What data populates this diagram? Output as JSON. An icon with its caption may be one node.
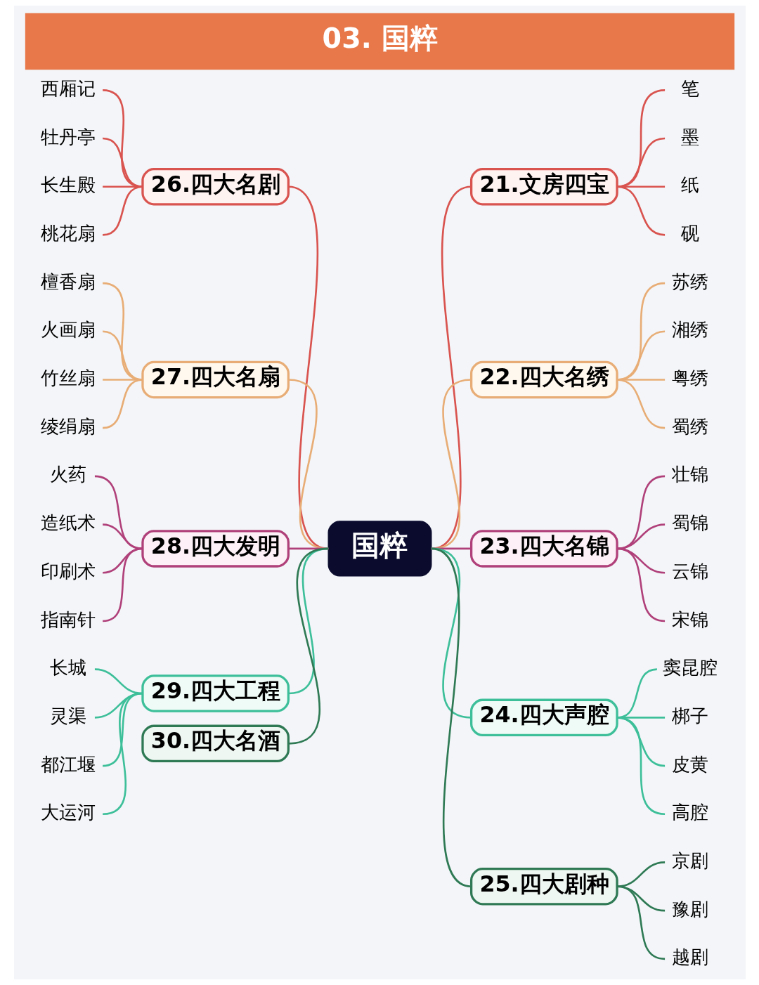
{
  "diagram": {
    "title": "03. 国粹",
    "nodes": [
      {
        "text": [
          "国粹"
        ]
      },
      {
        "text": [
          "21.文房四宝"
        ]
      },
      {
        "text": [
          "笔"
        ]
      },
      {
        "text": [
          "墨"
        ]
      },
      {
        "text": [
          "纸"
        ]
      },
      {
        "text": [
          "砚"
        ]
      },
      {
        "text": [
          "22.四大名绣"
        ]
      },
      {
        "text": [
          "苏绣"
        ]
      },
      {
        "text": [
          "湘绣"
        ]
      },
      {
        "text": [
          "粤绣"
        ]
      },
      {
        "text": [
          "蜀绣"
        ]
      },
      {
        "text": [
          "23.四大名锦"
        ]
      },
      {
        "text": [
          "壮锦"
        ]
      },
      {
        "text": [
          "蜀锦"
        ]
      },
      {
        "text": [
          "云锦"
        ]
      },
      {
        "text": [
          "宋锦"
        ]
      },
      {
        "text": [
          "24.四大声腔"
        ]
      },
      {
        "text": [
          "窦昆腔"
        ]
      },
      {
        "text": [
          "梆子"
        ]
      },
      {
        "text": [
          "皮黄"
        ]
      },
      {
        "text": [
          "高腔"
        ]
      },
      {
        "text": [
          "25.四大剧种"
        ]
      },
      {
        "text": [
          "京剧"
        ]
      },
      {
        "text": [
          "豫剧"
        ]
      },
      {
        "text": [
          "越剧"
        ]
      },
      {
        "text": [
          "26.四大名剧"
        ]
      },
      {
        "text": [
          "西厢记"
        ]
      },
      {
        "text": [
          "牡丹亭"
        ]
      },
      {
        "text": [
          "长生殿"
        ]
      },
      {
        "text": [
          "桃花扇"
        ]
      },
      {
        "text": [
          "27.四大名扇"
        ]
      },
      {
        "text": [
          "檀香扇"
        ]
      },
      {
        "text": [
          "火画扇"
        ]
      },
      {
        "text": [
          "竹丝扇"
        ]
      },
      {
        "text": [
          "绫绢扇"
        ]
      },
      {
        "text": [
          "28.四大发明"
        ]
      },
      {
        "text": [
          "火药"
        ]
      },
      {
        "text": [
          "造纸术"
        ]
      },
      {
        "text": [
          "印刷术"
        ]
      },
      {
        "text": [
          "指南针"
        ]
      },
      {
        "text": [
          "29.四大工程"
        ]
      },
      {
        "text": [
          "长城"
        ]
      },
      {
        "text": [
          "灵渠"
        ]
      },
      {
        "text": [
          "都江堰"
        ]
      },
      {
        "text": [
          "大运河"
        ]
      },
      {
        "text": [
          "30.四大名酒"
        ]
      }
    ],
    "edges": [
      {
        "from": 0,
        "to": 1,
        "arrow": "none",
        "color": "#d9534f"
      },
      {
        "from": 1,
        "to": 2,
        "arrow": "none",
        "color": "#d9534f"
      },
      {
        "from": 1,
        "to": 3,
        "arrow": "none",
        "color": "#d9534f"
      },
      {
        "from": 1,
        "to": 4,
        "arrow": "none",
        "color": "#d9534f"
      },
      {
        "from": 1,
        "to": 5,
        "arrow": "none",
        "color": "#d9534f"
      },
      {
        "from": 0,
        "to": 6,
        "arrow": "none",
        "color": "#e8ad76"
      },
      {
        "from": 6,
        "to": 7,
        "arrow": "none",
        "color": "#e8ad76"
      },
      {
        "from": 6,
        "to": 8,
        "arrow": "none",
        "color": "#e8ad76"
      },
      {
        "from": 6,
        "to": 9,
        "arrow": "none",
        "color": "#e8ad76"
      },
      {
        "from": 6,
        "to": 10,
        "arrow": "none",
        "color": "#e8ad76"
      },
      {
        "from": 0,
        "to": 11,
        "arrow": "none",
        "color": "#b0407a"
      },
      {
        "from": 11,
        "to": 12,
        "arrow": "none",
        "color": "#b0407a"
      },
      {
        "from": 11,
        "to": 13,
        "arrow": "none",
        "color": "#b0407a"
      },
      {
        "from": 11,
        "to": 14,
        "arrow": "none",
        "color": "#b0407a"
      },
      {
        "from": 11,
        "to": 15,
        "arrow": "none",
        "color": "#b0407a"
      },
      {
        "from": 0,
        "to": 16,
        "arrow": "none",
        "color": "#3dbf9a"
      },
      {
        "from": 16,
        "to": 17,
        "arrow": "none",
        "color": "#3dbf9a"
      },
      {
        "from": 16,
        "to": 18,
        "arrow": "none",
        "color": "#3dbf9a"
      },
      {
        "from": 16,
        "to": 19,
        "arrow": "none",
        "color": "#3dbf9a"
      },
      {
        "from": 16,
        "to": 20,
        "arrow": "none",
        "color": "#3dbf9a"
      },
      {
        "from": 0,
        "to": 21,
        "arrow": "none",
        "color": "#2f7a55"
      },
      {
        "from": 21,
        "to": 22,
        "arrow": "none",
        "color": "#2f7a55"
      },
      {
        "from": 21,
        "to": 23,
        "arrow": "none",
        "color": "#2f7a55"
      },
      {
        "from": 21,
        "to": 24,
        "arrow": "none",
        "color": "#2f7a55"
      },
      {
        "from": 0,
        "to": 25,
        "arrow": "none",
        "color": "#d9534f"
      },
      {
        "from": 25,
        "to": 26,
        "arrow": "none",
        "color": "#d9534f"
      },
      {
        "from": 25,
        "to": 27,
        "arrow": "none",
        "color": "#d9534f"
      },
      {
        "from": 25,
        "to": 28,
        "arrow": "none",
        "color": "#d9534f"
      },
      {
        "from": 25,
        "to": 29,
        "arrow": "none",
        "color": "#d9534f"
      },
      {
        "from": 0,
        "to": 30,
        "arrow": "none",
        "color": "#e8ad76"
      },
      {
        "from": 30,
        "to": 31,
        "arrow": "none",
        "color": "#e8ad76"
      },
      {
        "from": 30,
        "to": 32,
        "arrow": "none",
        "color": "#e8ad76"
      },
      {
        "from": 30,
        "to": 33,
        "arrow": "none",
        "color": "#e8ad76"
      },
      {
        "from": 30,
        "to": 34,
        "arrow": "none",
        "color": "#e8ad76"
      },
      {
        "from": 0,
        "to": 35,
        "arrow": "none",
        "color": "#b0407a"
      },
      {
        "from": 35,
        "to": 36,
        "arrow": "none",
        "color": "#b0407a"
      },
      {
        "from": 35,
        "to": 37,
        "arrow": "none",
        "color": "#b0407a"
      },
      {
        "from": 35,
        "to": 38,
        "arrow": "none",
        "color": "#b0407a"
      },
      {
        "from": 35,
        "to": 39,
        "arrow": "none",
        "color": "#b0407a"
      },
      {
        "from": 0,
        "to": 40,
        "arrow": "none",
        "color": "#3dbf9a"
      },
      {
        "from": 40,
        "to": 41,
        "arrow": "none",
        "color": "#3dbf9a"
      },
      {
        "from": 40,
        "to": 42,
        "arrow": "none",
        "color": "#3dbf9a"
      },
      {
        "from": 40,
        "to": 43,
        "arrow": "none",
        "color": "#3dbf9a"
      },
      {
        "from": 40,
        "to": 44,
        "arrow": "none",
        "color": "#3dbf9a"
      },
      {
        "from": 0,
        "to": 45,
        "arrow": "none",
        "color": "#2f7a55"
      }
    ]
  }
}
